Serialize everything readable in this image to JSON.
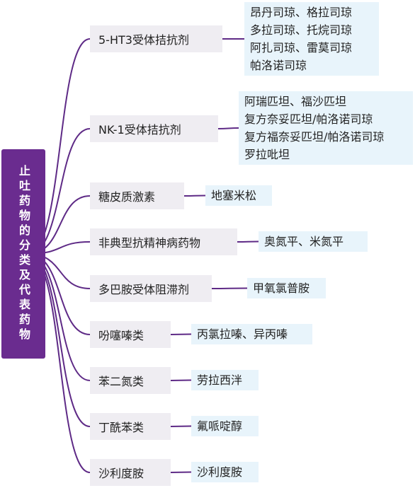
{
  "root": {
    "label": "止吐药物的分类及代表药物"
  },
  "colors": {
    "root": "#6a2c8f",
    "connector": "#5e2a86",
    "category_bg": "#efedf2",
    "example_bg": "#e8f4fb"
  },
  "categories": [
    {
      "label": "5-HT3受体拮抗剂",
      "examples": [
        "昂丹司琼、格拉司琼",
        "多拉司琼、托烷司琼",
        "阿扎司琼、雷莫司琼",
        "帕洛诺司琼"
      ]
    },
    {
      "label": "NK-1受体拮抗剂",
      "examples": [
        "阿瑞匹坦、福沙匹坦",
        "复方奈妥匹坦/帕洛诺司琼",
        "复方福奈妥匹坦/帕洛诺司琼",
        "罗拉吡坦"
      ]
    },
    {
      "label": "糖皮质激素",
      "examples": [
        "地塞米松"
      ]
    },
    {
      "label": "非典型抗精神病药物",
      "examples": [
        "奥氮平、米氮平"
      ]
    },
    {
      "label": "多巴胺受体阻滞剂",
      "examples": [
        "甲氧氯普胺"
      ]
    },
    {
      "label": "吩噻嗪类",
      "examples": [
        "丙氯拉嗪、异丙嗪"
      ]
    },
    {
      "label": "苯二氮类",
      "examples": [
        "劳拉西泮"
      ]
    },
    {
      "label": "丁酰苯类",
      "examples": [
        "氟哌啶醇"
      ]
    },
    {
      "label": "沙利度胺",
      "examples": [
        "沙利度胺"
      ]
    }
  ]
}
